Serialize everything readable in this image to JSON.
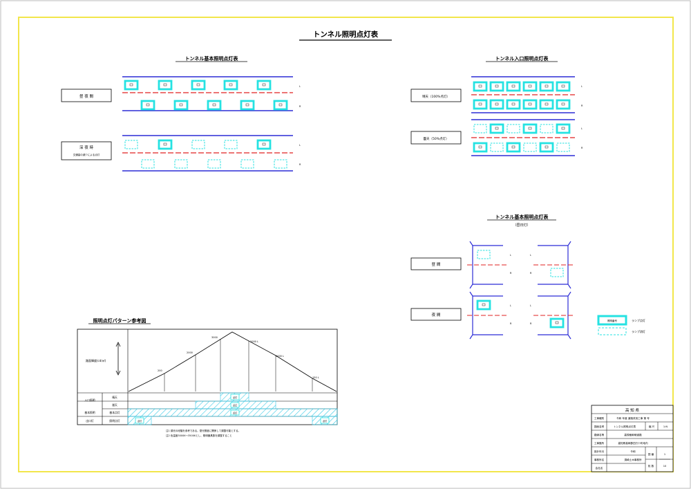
{
  "title": "トンネル照明点灯表",
  "sections": {
    "basic": "トンネル基本照明点灯表",
    "entrance": "トンネル入口照明点灯表",
    "basic_day": "トンネル基本照明点灯表",
    "basic_day_sub": "（昼日灯）",
    "pattern": "照明点灯パターン参考図"
  },
  "mode_labels": {
    "allnight": "昼 夜 間",
    "reduced": "深 夜 時",
    "reduced_sub": "交通量の減少による点灯",
    "sunny": "晴天（100%点灯）",
    "cloudy": "曇天（50%点灯）",
    "day": "昼 間",
    "night": "夜 間"
  },
  "lane_codes": {
    "up": "L",
    "down": "R"
  },
  "lamp_codes": {
    "top": "L",
    "bottom": "R"
  },
  "legend": {
    "on": "ランプ点灯",
    "off": "ランプ消灯",
    "on_swatch_text": "照明番号"
  },
  "pattern_chart": {
    "ylabel": "路面輝度(cd/㎡)",
    "peak_label": "3000",
    "left_labels": [
      "2000",
      "200"
    ],
    "right_labels": [
      "2000 L",
      "1000 L",
      "150 L"
    ],
    "rows": [
      {
        "group": "入口照明",
        "item": "晴天"
      },
      {
        "group": "",
        "item": "曇天"
      },
      {
        "group": "基本照明",
        "item": "基本点灯"
      },
      {
        "group": "出口灯",
        "item": "照明点灯"
      }
    ],
    "cells": {
      "entrance_sunny": "点灯",
      "entrance_cloudy": "点灯",
      "basic": "点灯",
      "exit_left": "点灯",
      "exit_right": "点灯"
    },
    "notes": [
      "注1 調光の段階を参考である。昼光照度に関係して調整可能とする。",
      "注2 色温度3000K〜3500Kとし、照明器具数を調整すること"
    ]
  },
  "title_block": {
    "org": "高 知 県",
    "rows": [
      {
        "label": "工事種別",
        "value": "令和 年度 道路改良工事 第 号"
      },
      {
        "label": "図面名称",
        "value": "トンネル照明点灯表",
        "extra_label": "縮 尺",
        "extra_value": "1:N"
      },
      {
        "label": "路線名等",
        "value": "高規格幹線道路"
      },
      {
        "label": "工事箇所",
        "value": "高知県高岡郡四万十町地内"
      },
      {
        "label": "設計年月",
        "value": "令和"
      },
      {
        "label": "事務所名",
        "value": "須崎土木事務所"
      },
      {
        "label": "会社名",
        "value": ""
      }
    ],
    "sheet_label": "図 番",
    "sheet_num": "1",
    "count_label": "枚 数",
    "count_num": "10"
  },
  "colors": {
    "frame": "#f2e64a",
    "lane": "#2b2bd6",
    "center": "#e02020",
    "lamp_on": "#25e2e2",
    "lamp_off": "#25e2e2",
    "hatch": "#35c9e6"
  }
}
